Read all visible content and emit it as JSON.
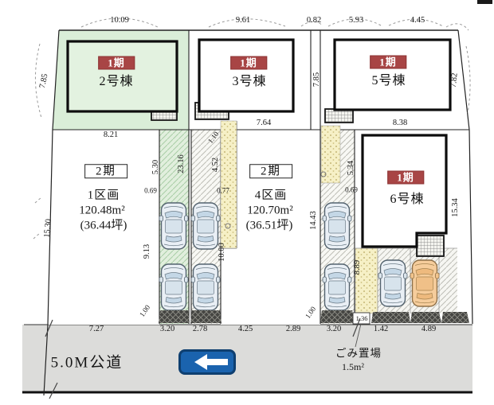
{
  "plan": {
    "phase1_label": "1期",
    "phase2_label": "2期",
    "buildings": [
      {
        "name": "2号棟",
        "phase": "1期",
        "highlighted": true
      },
      {
        "name": "3号棟",
        "phase": "1期",
        "highlighted": false
      },
      {
        "name": "5号棟",
        "phase": "1期",
        "highlighted": false
      },
      {
        "name": "6号棟",
        "phase": "1期",
        "highlighted": false
      }
    ],
    "lots": [
      {
        "name": "1区画",
        "phase": "2期",
        "area": "120.48m²",
        "tsubo": "(36.44坪)"
      },
      {
        "name": "4区画",
        "phase": "2期",
        "area": "120.70m²",
        "tsubo": "(36.51坪)"
      }
    ],
    "road": {
      "label": "5.0M公道"
    },
    "trash": {
      "name": "ごみ置場",
      "area": "1.5m²",
      "width": "1.36"
    },
    "dims": {
      "top": [
        "10.09",
        "9.61",
        "0.82",
        "5.93",
        "4.45"
      ],
      "bottom": [
        "7.27",
        "3.20",
        "2.78",
        "4.25",
        "2.89",
        "3.20",
        "1.42",
        "4.89"
      ],
      "left": [
        "7.85",
        "15.30"
      ],
      "right": [
        "7.82",
        "15.34"
      ],
      "inner": {
        "d821": "8.21",
        "d530": "5.30",
        "d2316": "23.16",
        "d069a": "0.69",
        "d110": "1.10",
        "d452": "4.52",
        "d077": "0.77",
        "d764": "7.64",
        "d785b": "7.85",
        "d838": "8.38",
        "d534": "5.34",
        "d069b": "0.69",
        "d913": "9.13",
        "d1000": "10.00",
        "d1443": "14.43",
        "d889": "8.89",
        "d100a": "1.00",
        "d100b": "1.00"
      }
    },
    "colors": {
      "highlight_lot": "#daeed8",
      "phase1_badge": "#a84545",
      "road_gray": "#dcdcda",
      "approach_yellow": "#f6f0c6",
      "sign_blue": "#1a63ae",
      "car_blue": "#e9eff5",
      "car_orange": "#f6cd9c"
    }
  }
}
